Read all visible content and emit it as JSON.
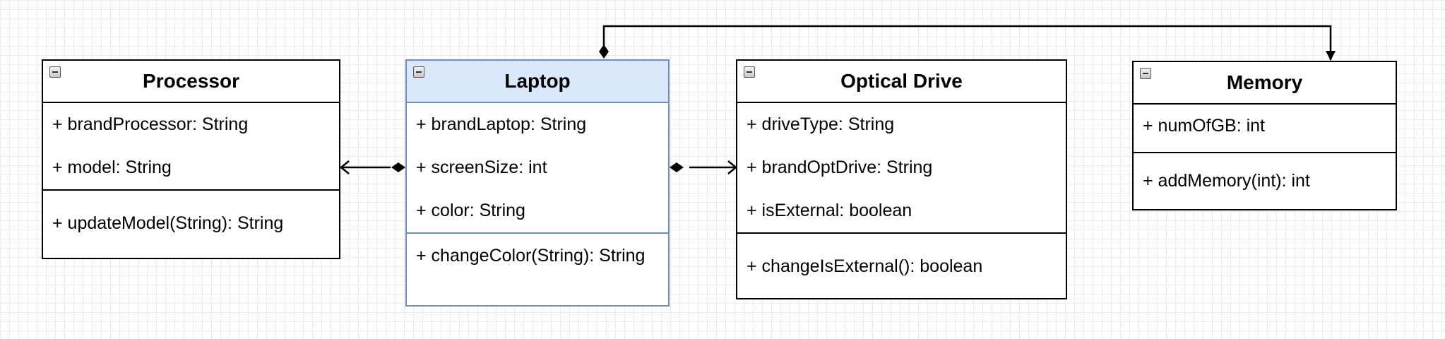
{
  "classes": {
    "processor": {
      "name": "Processor",
      "attributes": [
        "+ brandProcessor: String",
        "+ model: String"
      ],
      "methods": [
        "+ updateModel(String): String"
      ]
    },
    "laptop": {
      "name": "Laptop",
      "attributes": [
        "+ brandLaptop: String",
        "+ screenSize: int",
        "+ color: String"
      ],
      "methods": [
        "+ changeColor(String): String"
      ]
    },
    "optical_drive": {
      "name": "Optical Drive",
      "attributes": [
        "+ driveType: String",
        "+ brandOptDrive: String",
        "+ isExternal: boolean"
      ],
      "methods": [
        "+ changeIsExternal(): boolean"
      ]
    },
    "memory": {
      "name": "Memory",
      "attributes": [
        "+ numOfGB: int"
      ],
      "methods": [
        "+ addMemory(int): int"
      ]
    }
  },
  "relationships": [
    {
      "type": "composition",
      "whole": "Laptop",
      "part": "Processor"
    },
    {
      "type": "composition",
      "whole": "Laptop",
      "part": "Optical Drive"
    },
    {
      "type": "composition",
      "whole": "Laptop",
      "part": "Memory"
    }
  ],
  "colors": {
    "selected_fill": "#dae8fc",
    "selected_stroke": "#6c8ebf",
    "stroke": "#000000",
    "grid": "#ececec"
  }
}
